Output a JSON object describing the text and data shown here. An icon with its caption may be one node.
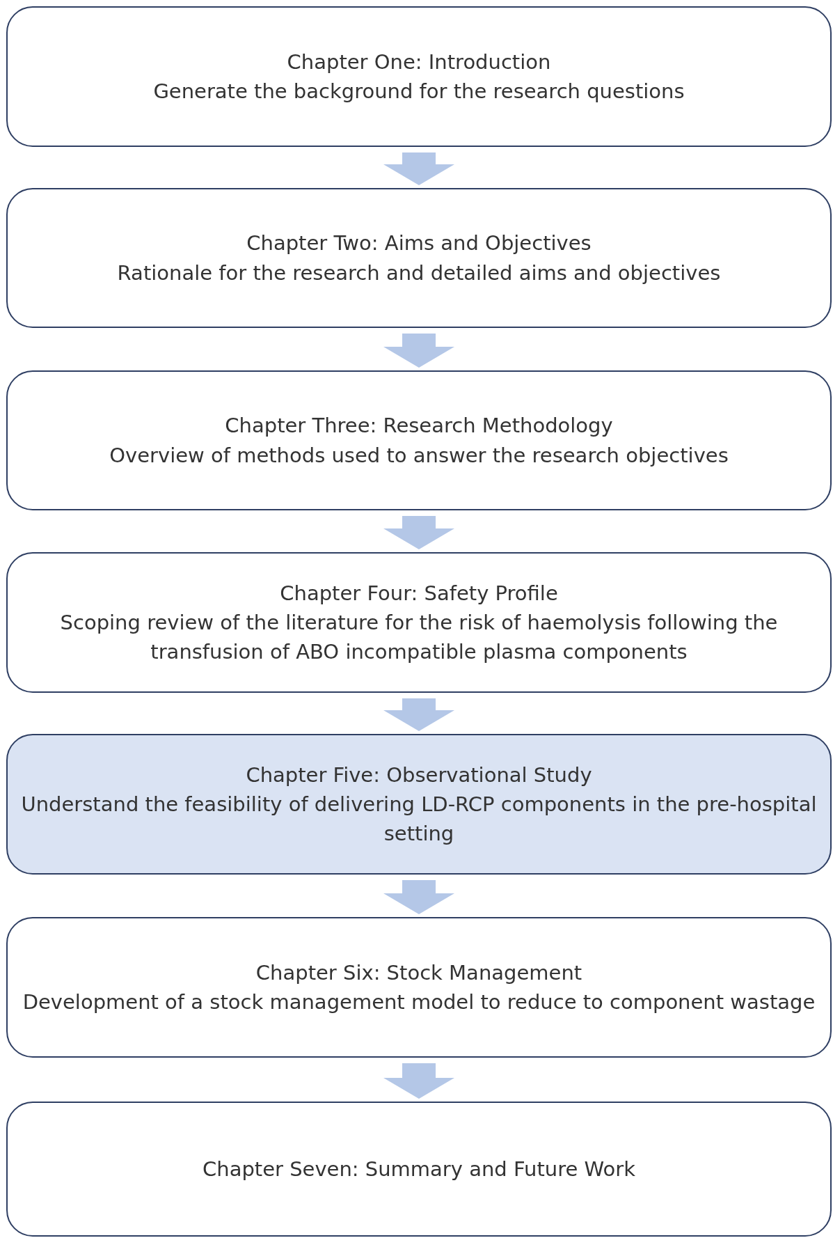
{
  "diagram": {
    "nodes": [
      {
        "text": [
          "Chapter One: Introduction",
          "Generate the background for the research questions"
        ]
      },
      {
        "text": [
          "Chapter Two: Aims and Objectives",
          "Rationale for the research and detailed aims and objectives"
        ]
      },
      {
        "text": [
          "Chapter Three: Research Methodology",
          "Overview of methods used to answer the research objectives"
        ]
      },
      {
        "text": [
          "Chapter Four: Safety Profile",
          "Scoping review of the literature for the risk of haemolysis following the transfusion of ABO incompatible plasma components"
        ]
      },
      {
        "text": [
          "Chapter Five: Observational Study",
          "Understand the feasibility of delivering LD-RCP components in the pre-hospital setting"
        ]
      },
      {
        "text": [
          "Chapter Six: Stock Management",
          "Development of a stock management model to reduce to component wastage"
        ]
      },
      {
        "text": [
          "Chapter Seven: Summary and Future Work"
        ]
      }
    ],
    "edges": [
      {
        "from": 0,
        "to": 1,
        "arrow": "to"
      },
      {
        "from": 1,
        "to": 2,
        "arrow": "to"
      },
      {
        "from": 2,
        "to": 3,
        "arrow": "to"
      },
      {
        "from": 3,
        "to": 4,
        "arrow": "to"
      },
      {
        "from": 4,
        "to": 5,
        "arrow": "to"
      },
      {
        "from": 5,
        "to": 6,
        "arrow": "to"
      }
    ]
  }
}
